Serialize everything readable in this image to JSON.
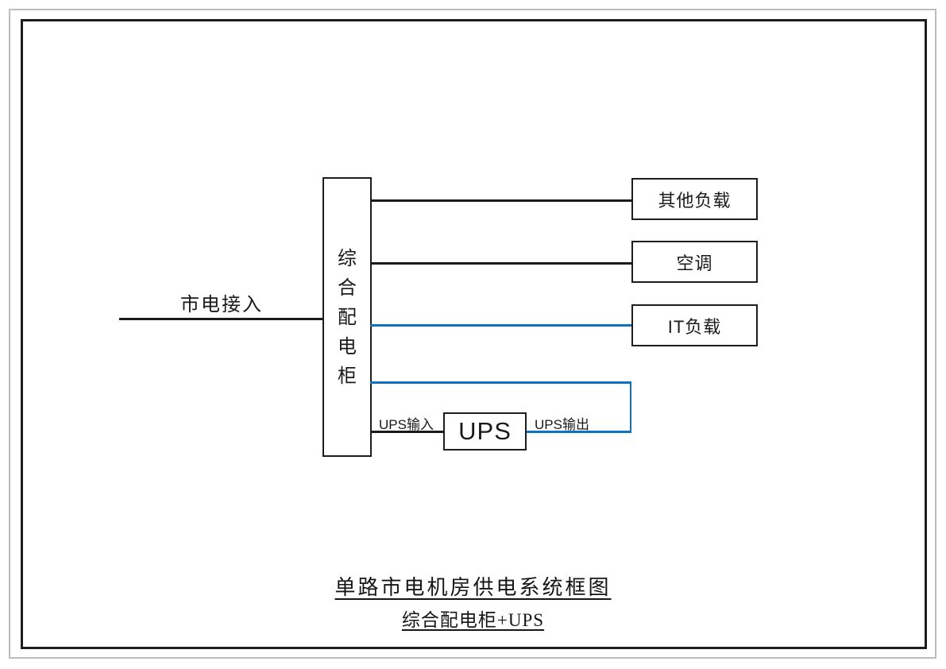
{
  "diagram": {
    "mains_label": "市电接入",
    "cabinet_label": "综合配电柜",
    "loads": [
      {
        "label": "其他负载",
        "line_color": "#1a1a1a"
      },
      {
        "label": "空调",
        "line_color": "#1a1a1a"
      },
      {
        "label": "IT负载",
        "line_color": "#0d72c4"
      }
    ],
    "ups": {
      "box_label": "UPS",
      "input_label": "UPS输入",
      "output_label": "UPS输出"
    },
    "title": "单路市电机房供电系统框图",
    "subtitle": "综合配电柜+UPS",
    "colors": {
      "line_black": "#1a1a1a",
      "line_blue": "#0d72c4",
      "frame_outer": "#bdbdbd",
      "frame_inner": "#1c1c1c",
      "background": "#ffffff"
    }
  }
}
